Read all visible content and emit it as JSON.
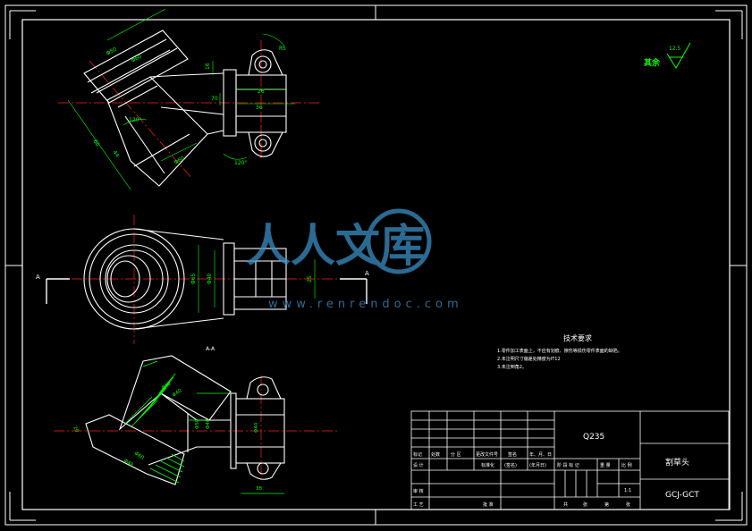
{
  "colors": {
    "background": "#000000",
    "frame": "#ffffff",
    "part_outline": "#ffffff",
    "centerline": "#ff2020",
    "dimension": "#00ff00",
    "section_hatch": "#00ff00",
    "surface_finish": "#00ff00",
    "watermark": "#3a8fc4"
  },
  "watermark": {
    "text": "人人文库",
    "url": "www.renrendoc.com"
  },
  "surface_finish": {
    "label": "其余",
    "value": "12.5"
  },
  "section_label": "A-A",
  "view_marks": {
    "left": "A",
    "right": "A"
  },
  "technical_requirements": {
    "title": "技术要求",
    "items": [
      "1.零件加工表面上，不应有划痕、擦伤等损伤零件表面的缺陷。",
      "2.未注明尺寸偏差处精度为IT12",
      "3.未注倒角2。"
    ]
  },
  "dimensions": {
    "top_view": [
      "Φ60",
      "Φ50",
      "16",
      "R5",
      "70",
      "26",
      "36",
      "120°",
      "44",
      "60",
      "Φ60",
      "120°"
    ],
    "front_view": [
      "Φ65",
      "Φ40",
      "25"
    ],
    "section_view": [
      "Φ32",
      "Φ40",
      "Φ50",
      "Φ40",
      "20",
      "Φ48",
      "Φ60",
      "Φ40",
      "38"
    ]
  },
  "title_block": {
    "material": "Q235",
    "part_name": "割草头",
    "drawing_code": "GCJ-GCT",
    "scale": "1:1",
    "headers": [
      "标记",
      "处数",
      "分 区",
      "更改文件号",
      "签名",
      "年、月、日"
    ],
    "row_design": [
      "设 计",
      "",
      "",
      "标准化",
      "(签名)",
      "(年月日)"
    ],
    "stage_headers": [
      "阶 段 标 记",
      "重 量",
      "比 例"
    ],
    "review": "审 核",
    "process": "工 艺",
    "approve": "批 准",
    "sheet_info": [
      "共",
      "张",
      "第",
      "张"
    ]
  }
}
